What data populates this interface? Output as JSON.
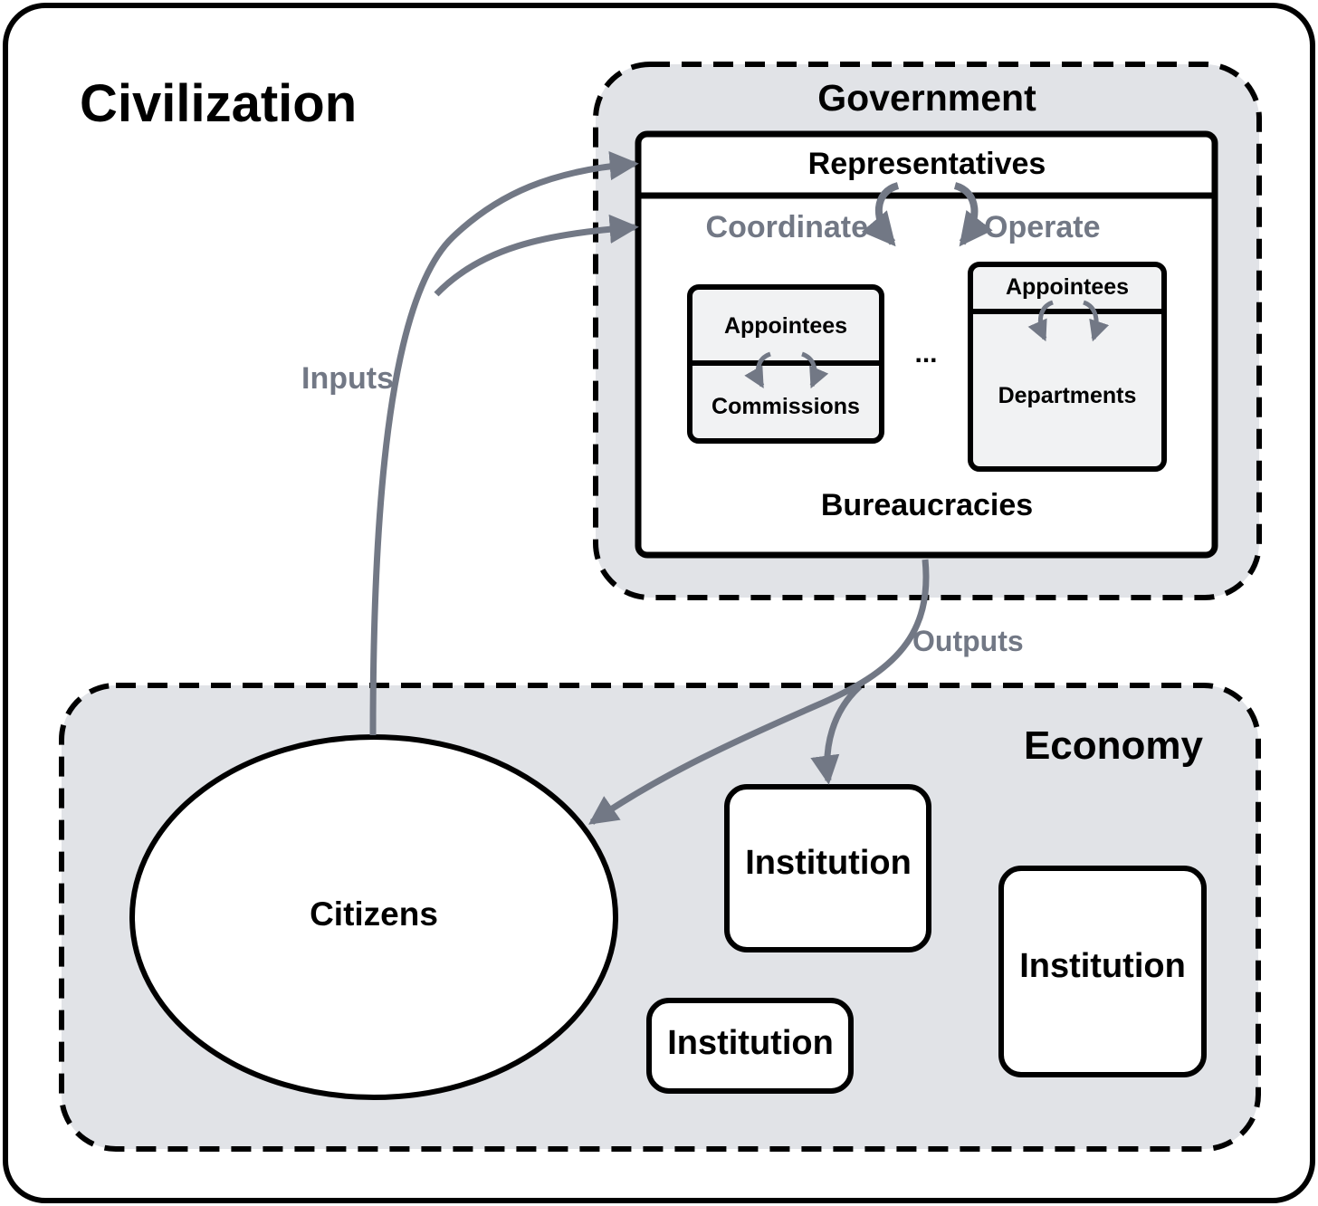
{
  "diagram": {
    "title": "Civilization",
    "government": {
      "title": "Government",
      "representatives": "Representatives",
      "coordinate": "Coordinate",
      "operate": "Operate",
      "bureaucracies": "Bureaucracies",
      "ellipsis": "...",
      "commission_box": {
        "top": "Appointees",
        "bottom": "Commissions"
      },
      "department_box": {
        "top": "Appointees",
        "bottom": "Departments"
      }
    },
    "flows": {
      "inputs": "Inputs",
      "outputs": "Outputs"
    },
    "economy": {
      "title": "Economy",
      "citizens": "Citizens",
      "institutions": [
        "Institution",
        "Institution",
        "Institution"
      ]
    },
    "colors": {
      "panel_fill": "#e1e3e7",
      "box_fill": "#f1f2f3",
      "arrow": "#727885",
      "stroke": "#000000"
    }
  }
}
